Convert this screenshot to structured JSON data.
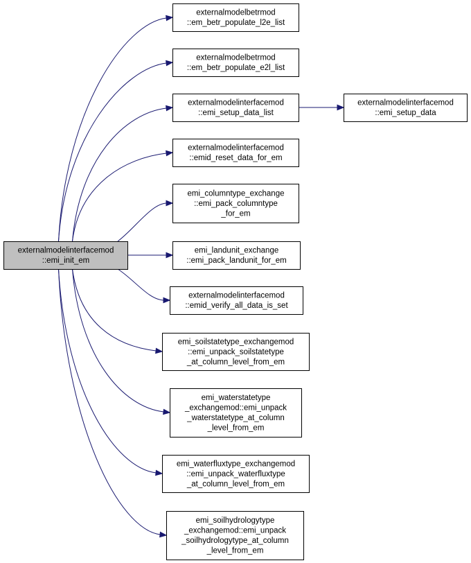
{
  "graph": {
    "title": "Call graph",
    "root": {
      "id": "root",
      "lines": [
        "externalmodelinterfacemod",
        "::emi_init_em"
      ]
    },
    "nodes": [
      {
        "id": "n1",
        "lines": [
          "externalmodelbetrmod",
          "::em_betr_populate_l2e_list"
        ]
      },
      {
        "id": "n2",
        "lines": [
          "externalmodelbetrmod",
          "::em_betr_populate_e2l_list"
        ]
      },
      {
        "id": "n3",
        "lines": [
          "externalmodelinterfacemod",
          "::emi_setup_data_list"
        ]
      },
      {
        "id": "n3b",
        "lines": [
          "externalmodelinterfacemod",
          "::emi_setup_data"
        ]
      },
      {
        "id": "n4",
        "lines": [
          "externalmodelinterfacemod",
          "::emid_reset_data_for_em"
        ]
      },
      {
        "id": "n5",
        "lines": [
          "emi_columntype_exchange",
          "::emi_pack_columntype",
          "_for_em"
        ]
      },
      {
        "id": "n6",
        "lines": [
          "emi_landunit_exchange",
          "::emi_pack_landunit_for_em"
        ]
      },
      {
        "id": "n7",
        "lines": [
          "externalmodelinterfacemod",
          "::emid_verify_all_data_is_set"
        ]
      },
      {
        "id": "n8",
        "lines": [
          "emi_soilstatetype_exchangemod",
          "::emi_unpack_soilstatetype",
          "_at_column_level_from_em"
        ]
      },
      {
        "id": "n9",
        "lines": [
          "emi_waterstatetype",
          "_exchangemod::emi_unpack",
          "_waterstatetype_at_column",
          "_level_from_em"
        ]
      },
      {
        "id": "n10",
        "lines": [
          "emi_waterfluxtype_exchangemod",
          "::emi_unpack_waterfluxtype",
          "_at_column_level_from_em"
        ]
      },
      {
        "id": "n11",
        "lines": [
          "emi_soilhydrologytype",
          "_exchangemod::emi_unpack",
          "_soilhydrologytype_at_column",
          "_level_from_em"
        ]
      }
    ],
    "edges": [
      {
        "from": "root",
        "to": "n1"
      },
      {
        "from": "root",
        "to": "n2"
      },
      {
        "from": "root",
        "to": "n3"
      },
      {
        "from": "n3",
        "to": "n3b"
      },
      {
        "from": "root",
        "to": "n4"
      },
      {
        "from": "root",
        "to": "n5"
      },
      {
        "from": "root",
        "to": "n6"
      },
      {
        "from": "root",
        "to": "n7"
      },
      {
        "from": "root",
        "to": "n8"
      },
      {
        "from": "root",
        "to": "n9"
      },
      {
        "from": "root",
        "to": "n10"
      },
      {
        "from": "root",
        "to": "n11"
      }
    ],
    "colors": {
      "edge": "#191970",
      "root_fill": "#bfbfbf",
      "node_fill": "#ffffff",
      "border": "#000000"
    }
  }
}
